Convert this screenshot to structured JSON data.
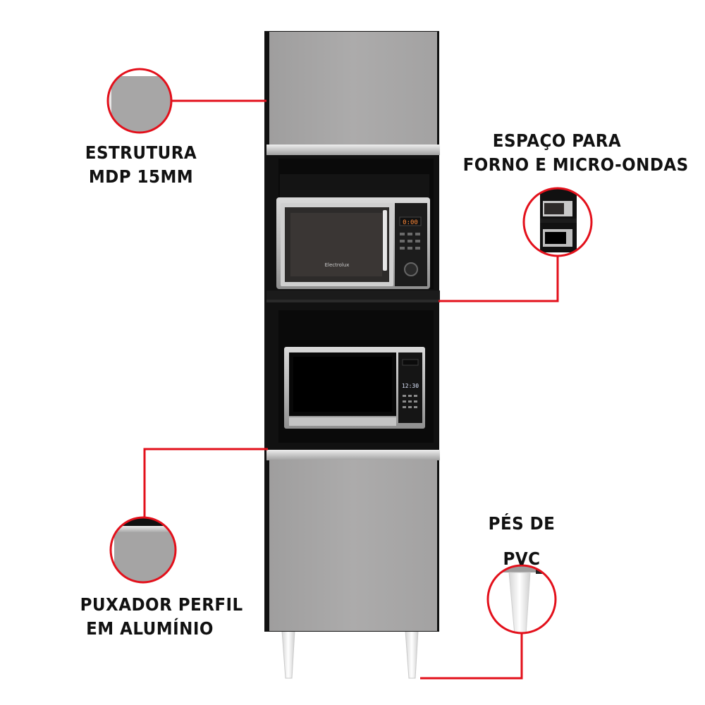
{
  "callouts": {
    "estrutura": {
      "line1": "ESTRUTURA",
      "line2": "MDP 15MM"
    },
    "espaco": {
      "line1": "ESPAÇO PARA",
      "line2": "FORNO E MICRO-ONDAS"
    },
    "puxador": {
      "line1": "PUXADOR PERFIL",
      "line2": "EM ALUMÍNIO"
    },
    "pes": {
      "line1": "PÉS DE",
      "line2": "PVC"
    }
  },
  "appliances": {
    "microwave_top_brand": "Electrolux",
    "microwave_top_display": "0:00",
    "microwave_bottom_display": "12:30"
  },
  "colors": {
    "callout_red": "#e3101b",
    "panel_gray": "#a9a8a8",
    "body_black": "#111111"
  }
}
